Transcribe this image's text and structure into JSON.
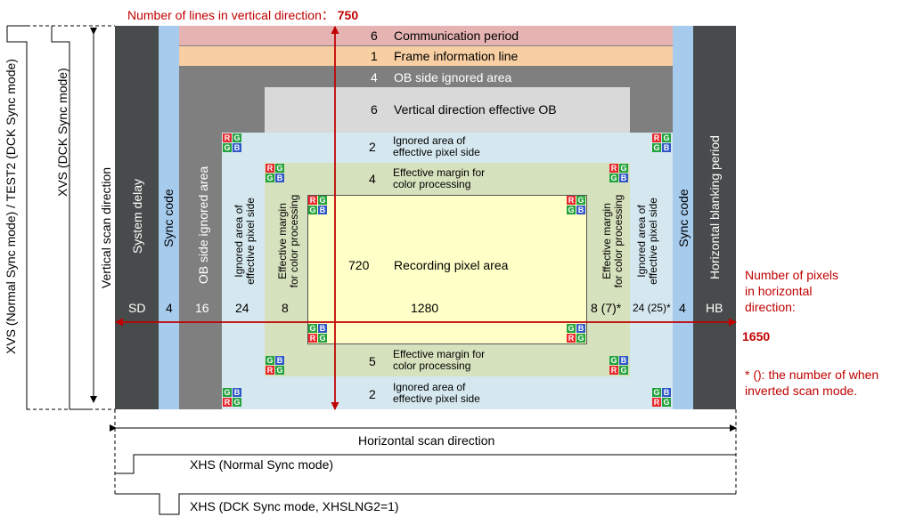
{
  "top": {
    "lines_label": "Number of lines in vertical direction：",
    "lines_value": "750"
  },
  "rows": {
    "comm_num": "6",
    "comm_label": "Communication period",
    "frame_num": "1",
    "frame_label": "Frame information line",
    "ob_num": "4",
    "ob_label": "OB side ignored area",
    "veob_num": "6",
    "veob_label": "Vertical direction effective OB",
    "ign_top_num": "2",
    "ign_top_label_1": "Ignored area of",
    "ign_top_label_2": "effective pixel side",
    "eff_top_num": "4",
    "eff_top_label_1": "Effective margin for",
    "eff_top_label_2": "color processing",
    "rec_num": "720",
    "rec_label": "Recording pixel area",
    "eff_bot_num": "5",
    "eff_bot_label_1": "Effective margin for",
    "eff_bot_label_2": "color processing",
    "ign_bot_num": "2",
    "ign_bot_label_1": "Ignored area of",
    "ign_bot_label_2": "effective pixel side"
  },
  "columns": {
    "system_delay": "System delay",
    "sync_code_left": "Sync code",
    "ob_side": "OB side ignored area",
    "ign_left_1": "Ignored area of",
    "ign_left_2": "effective pixel side",
    "eff_left_1": "Effective margin",
    "eff_left_2": "for color processing",
    "eff_right_1": "Effective margin",
    "eff_right_2": "for color processing",
    "ign_right_1": "Ignored area of",
    "ign_right_2": "effective pixel side",
    "sync_code_right": "Sync code",
    "hblank": "Horizontal blanking period"
  },
  "counts": {
    "sd": "SD",
    "sync_l": "4",
    "ob": "16",
    "ign_l": "24",
    "eff_l": "8",
    "rec": "1280",
    "eff_r": "8 (7)*",
    "ign_r": "24 (25)*",
    "sync_r": "4",
    "hb": "HB"
  },
  "right": {
    "pixels_label_1": "Number of pixels",
    "pixels_label_2": "in horizontal",
    "pixels_label_3": "direction:",
    "pixels_value": "1650",
    "note_1": "* (): the number of when",
    "note_2": "inverted scan mode."
  },
  "left": {
    "xvs_normal": "XVS (Normal Sync mode) / TEST2 (DCK Sync mode)",
    "xvs_dck": "XVS (DCK Sync mode)",
    "vscan": "Vertical scan direction"
  },
  "bottom": {
    "hscan": "Horizontal scan direction",
    "xhs_normal": "XHS (Normal Sync mode)",
    "xhs_dck": "XHS (DCK Sync mode, XHSLNG2=1)"
  },
  "bayer": {
    "r": "R",
    "g": "G",
    "b": "B"
  },
  "colors": {
    "dark": "#474b4b",
    "sync": "#a6cbed",
    "ob": "#7f7f7f",
    "comm": "#e6b3b3",
    "frame": "#f8cfa2",
    "veob": "#d9d9d9",
    "ign": "#d5e8ef",
    "eff": "#d6e1bd",
    "rec": "#ffffc8",
    "accent": "#c00000"
  }
}
